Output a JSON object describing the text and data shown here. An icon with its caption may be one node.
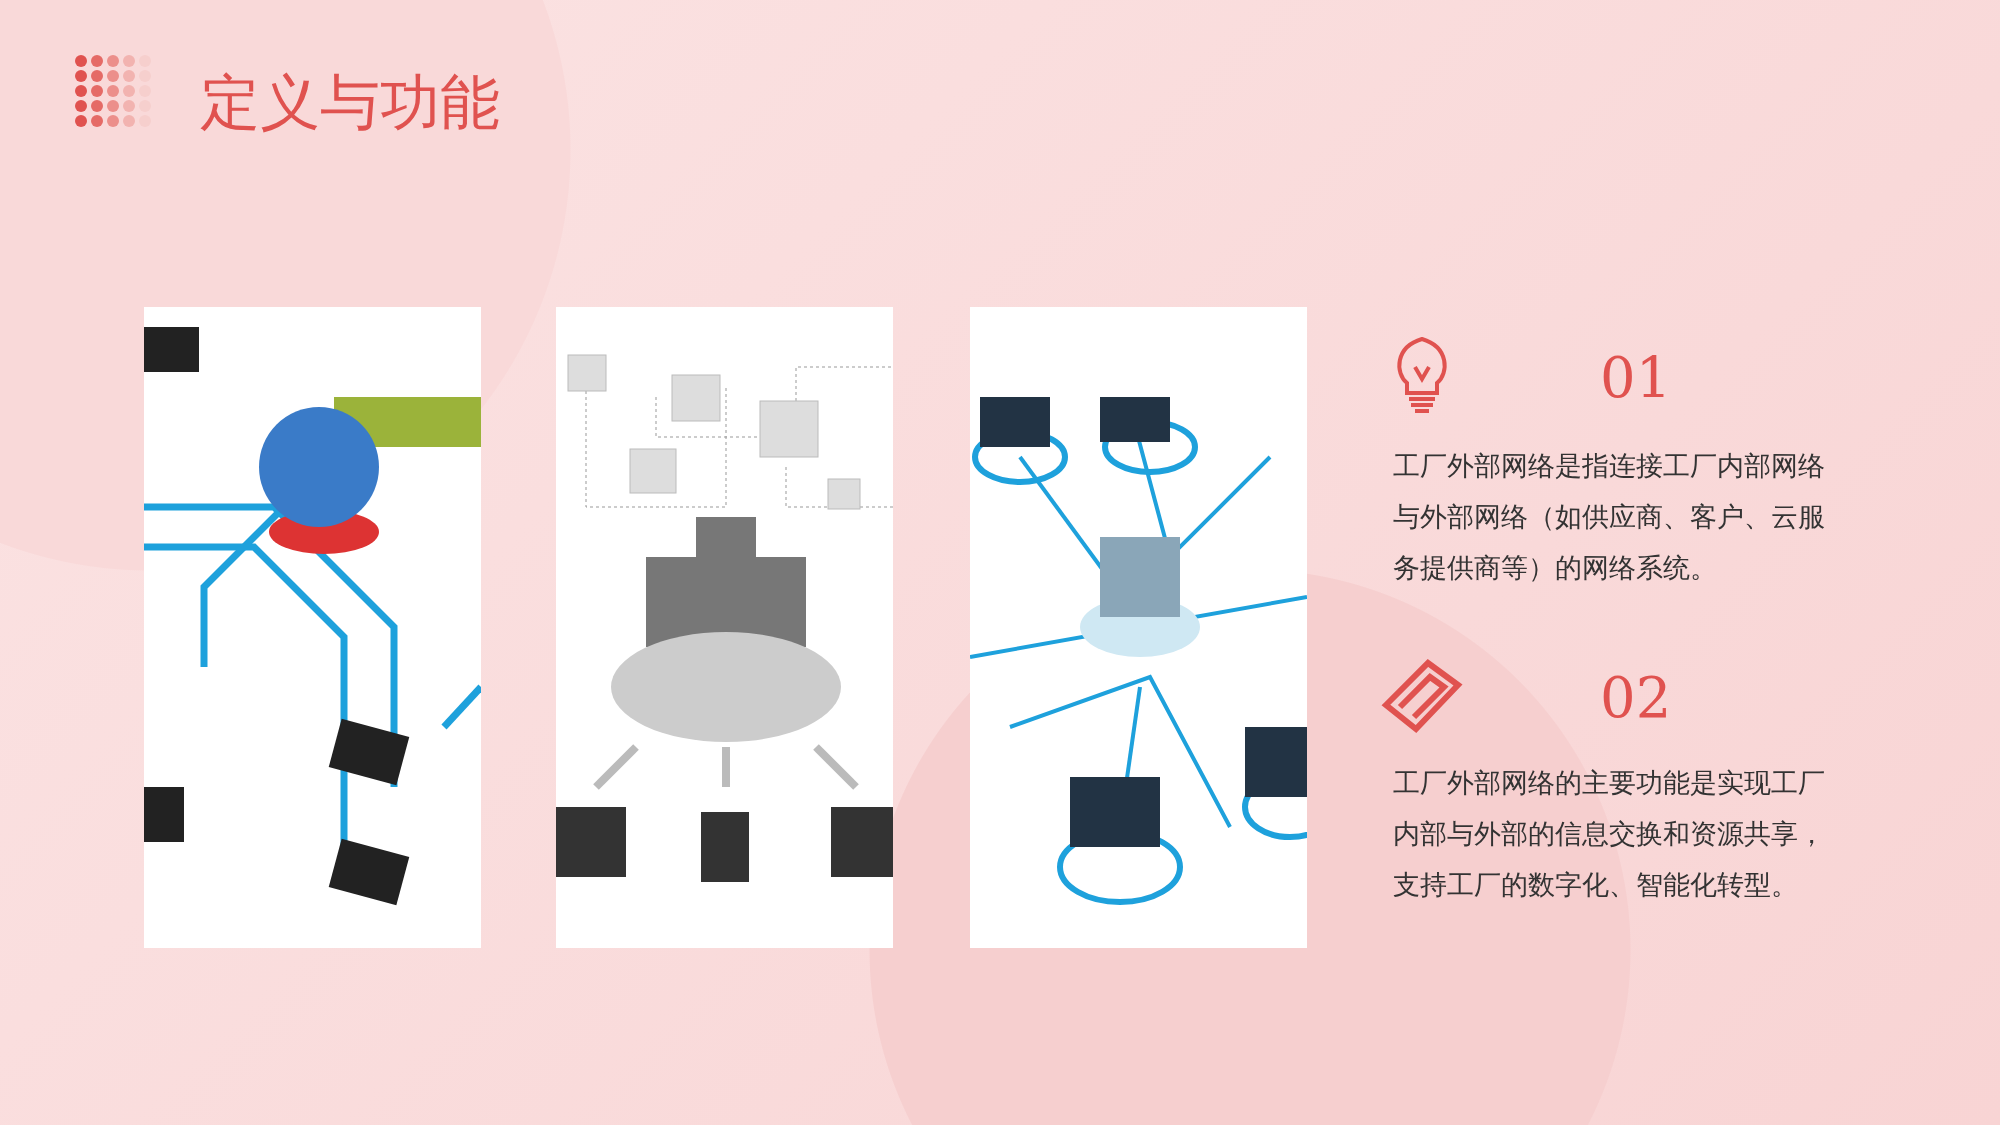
{
  "diagram": {
    "title": "定义与功能",
    "labels": [
      "01",
      "工厂外部网络是指连接工厂内部网络与外部网络（如供应商、客户、云服务提供商等）的网络系统。",
      "02",
      "工厂外部网络的主要功能是实现工厂内部与外部的信息交换和资源共享，支持工厂的数字化、智能化转型。"
    ]
  }
}
